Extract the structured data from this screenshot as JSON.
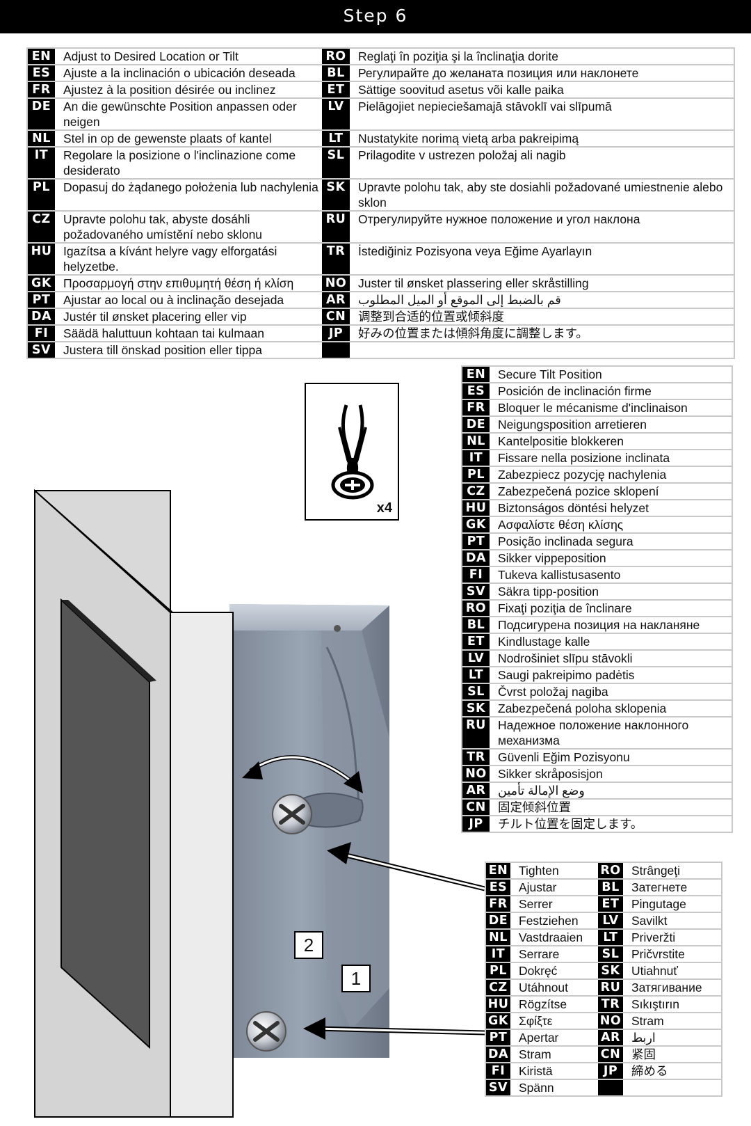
{
  "header": {
    "title": "Step 6"
  },
  "adjust": {
    "rows": [
      {
        "c1": "EN",
        "t1": "Adjust to Desired Location or Tilt",
        "c2": "RO",
        "t2": "Reglaţi în poziţia şi la înclinaţia dorite"
      },
      {
        "c1": "ES",
        "t1": "Ajuste a la inclinación o ubicación deseada",
        "c2": "BL",
        "t2": "Регулирайте до желаната позиция или наклонете"
      },
      {
        "c1": "FR",
        "t1": "Ajustez à la position désirée ou inclinez",
        "c2": "ET",
        "t2": "Sättige soovitud asetus või kalle paika"
      },
      {
        "c1": "DE",
        "t1": "An die gewünschte Position anpassen oder neigen",
        "c2": "LV",
        "t2": "Pielāgojiet nepieciešamajā stāvoklī vai slīpumā"
      },
      {
        "c1": "NL",
        "t1": "Stel in op de gewenste plaats of kantel",
        "c2": "LT",
        "t2": "Nustatykite norimą vietą arba pakreipimą"
      },
      {
        "c1": "IT",
        "t1": "Regolare la posizione o l'inclinazione come desiderato",
        "c2": "SL",
        "t2": "Prilagodite v ustrezen položaj ali nagib"
      },
      {
        "c1": "PL",
        "t1": "Dopasuj do żądanego położenia lub nachylenia",
        "c2": "SK",
        "t2": "Upravte polohu tak, aby ste dosiahli požadované umiestnenie alebo sklon"
      },
      {
        "c1": "CZ",
        "t1": "Upravte polohu tak, abyste dosáhli požadovaného umístění nebo sklonu",
        "c2": "RU",
        "t2": "Отрегулируйте нужное положение и угол наклона"
      },
      {
        "c1": "HU",
        "t1": "Igazítsa a kívánt helyre vagy elforgatási helyzetbe.",
        "c2": "TR",
        "t2": "İstediğiniz Pozisyona veya Eğime Ayarlayın"
      },
      {
        "c1": "GK",
        "t1": "Προσαρμογή στην επιθυμητή θέση ή κλίση",
        "c2": "NO",
        "t2": "Juster til ønsket plassering eller skråstilling"
      },
      {
        "c1": "PT",
        "t1": "Ajustar ao local ou à inclinação  desejada",
        "c2": "AR",
        "t2": "قم بالضبط إلى الموقع أو الميل المطلوب"
      },
      {
        "c1": "DA",
        "t1": "Justér til ønsket placering eller vip",
        "c2": "CN",
        "t2": "调整到合适的位置或倾斜度"
      },
      {
        "c1": "FI",
        "t1": "Säädä haluttuun kohtaan tai kulmaan",
        "c2": "JP",
        "t2": "好みの位置または傾斜角度に調整します。"
      },
      {
        "c1": "SV",
        "t1": "Justera till önskad position eller tippa",
        "c2": "",
        "t2": ""
      }
    ]
  },
  "secure": {
    "rows": [
      {
        "c1": "EN",
        "t1": "Secure Tilt Position"
      },
      {
        "c1": "ES",
        "t1": "Posición de inclinación firme"
      },
      {
        "c1": "FR",
        "t1": "Bloquer le mécanisme d'inclinaison"
      },
      {
        "c1": "DE",
        "t1": "Neigungsposition arretieren"
      },
      {
        "c1": "NL",
        "t1": "Kantelpositie blokkeren"
      },
      {
        "c1": "IT",
        "t1": "Fissare nella posizione inclinata"
      },
      {
        "c1": "PL",
        "t1": "Zabezpiecz pozycję nachylenia"
      },
      {
        "c1": "CZ",
        "t1": "Zabezpečená pozice sklopení"
      },
      {
        "c1": "HU",
        "t1": "Biztonságos döntési helyzet"
      },
      {
        "c1": "GK",
        "t1": "Ασφαλίστε θέση κλίσης"
      },
      {
        "c1": "PT",
        "t1": "Posição inclinada segura"
      },
      {
        "c1": "DA",
        "t1": "Sikker vippeposition"
      },
      {
        "c1": "FI",
        "t1": "Tukeva kallistusasento"
      },
      {
        "c1": "SV",
        "t1": "Säkra tipp-position"
      },
      {
        "c1": "RO",
        "t1": "Fixaţi poziţia de înclinare"
      },
      {
        "c1": "BL",
        "t1": "Подсигурена позиция на накланяне"
      },
      {
        "c1": "ET",
        "t1": "Kindlustage kalle"
      },
      {
        "c1": "LV",
        "t1": "Nodrošiniet slīpu stāvokli"
      },
      {
        "c1": "LT",
        "t1": "Saugi pakreipimo padėtis"
      },
      {
        "c1": "SL",
        "t1": "Čvrst položaj nagiba"
      },
      {
        "c1": "SK",
        "t1": "Zabezpečená poloha sklopenia"
      },
      {
        "c1": "RU",
        "t1": "Надежное положение наклонного механизма"
      },
      {
        "c1": "TR",
        "t1": "Güvenli Eğim Pozisyonu"
      },
      {
        "c1": "NO",
        "t1": "Sikker skråposisjon"
      },
      {
        "c1": "AR",
        "t1": "وضع الإمالة تأمين"
      },
      {
        "c1": "CN",
        "t1": "固定倾斜位置"
      },
      {
        "c1": "JP",
        "t1": "チルト位置を固定します。"
      }
    ]
  },
  "tighten": {
    "rows": [
      {
        "c1": "EN",
        "t1": "Tighten",
        "c2": "RO",
        "t2": "Strângeţi"
      },
      {
        "c1": "ES",
        "t1": "Ajustar",
        "c2": "BL",
        "t2": "Затегнете"
      },
      {
        "c1": "FR",
        "t1": "Serrer",
        "c2": "ET",
        "t2": "Pingutage"
      },
      {
        "c1": "DE",
        "t1": "Festziehen",
        "c2": "LV",
        "t2": "Savilkt"
      },
      {
        "c1": "NL",
        "t1": "Vastdraaien",
        "c2": "LT",
        "t2": "Priveržti"
      },
      {
        "c1": "IT",
        "t1": "Serrare",
        "c2": "SL",
        "t2": "Pričvrstite"
      },
      {
        "c1": "PL",
        "t1": "Dokręć",
        "c2": "SK",
        "t2": "Utiahnuť"
      },
      {
        "c1": "CZ",
        "t1": "Utáhnout",
        "c2": "RU",
        "t2": "Затягивание"
      },
      {
        "c1": "HU",
        "t1": "Rögzítse",
        "c2": "TR",
        "t2": "Sıkıştırın"
      },
      {
        "c1": "GK",
        "t1": "Σφίξτε",
        "c2": "NO",
        "t2": "Stram"
      },
      {
        "c1": "PT",
        "t1": "Apertar",
        "c2": "AR",
        "t2": "اربط"
      },
      {
        "c1": "DA",
        "t1": "Stram",
        "c2": "CN",
        "t2": "紧固"
      },
      {
        "c1": "FI",
        "t1": "Kiristä",
        "c2": "JP",
        "t2": "締める"
      },
      {
        "c1": "SV",
        "t1": "Spänn",
        "c2": "",
        "t2": ""
      }
    ]
  },
  "illustration": {
    "screw_quantity": "x4",
    "callout_1": "1",
    "callout_2": "2"
  }
}
